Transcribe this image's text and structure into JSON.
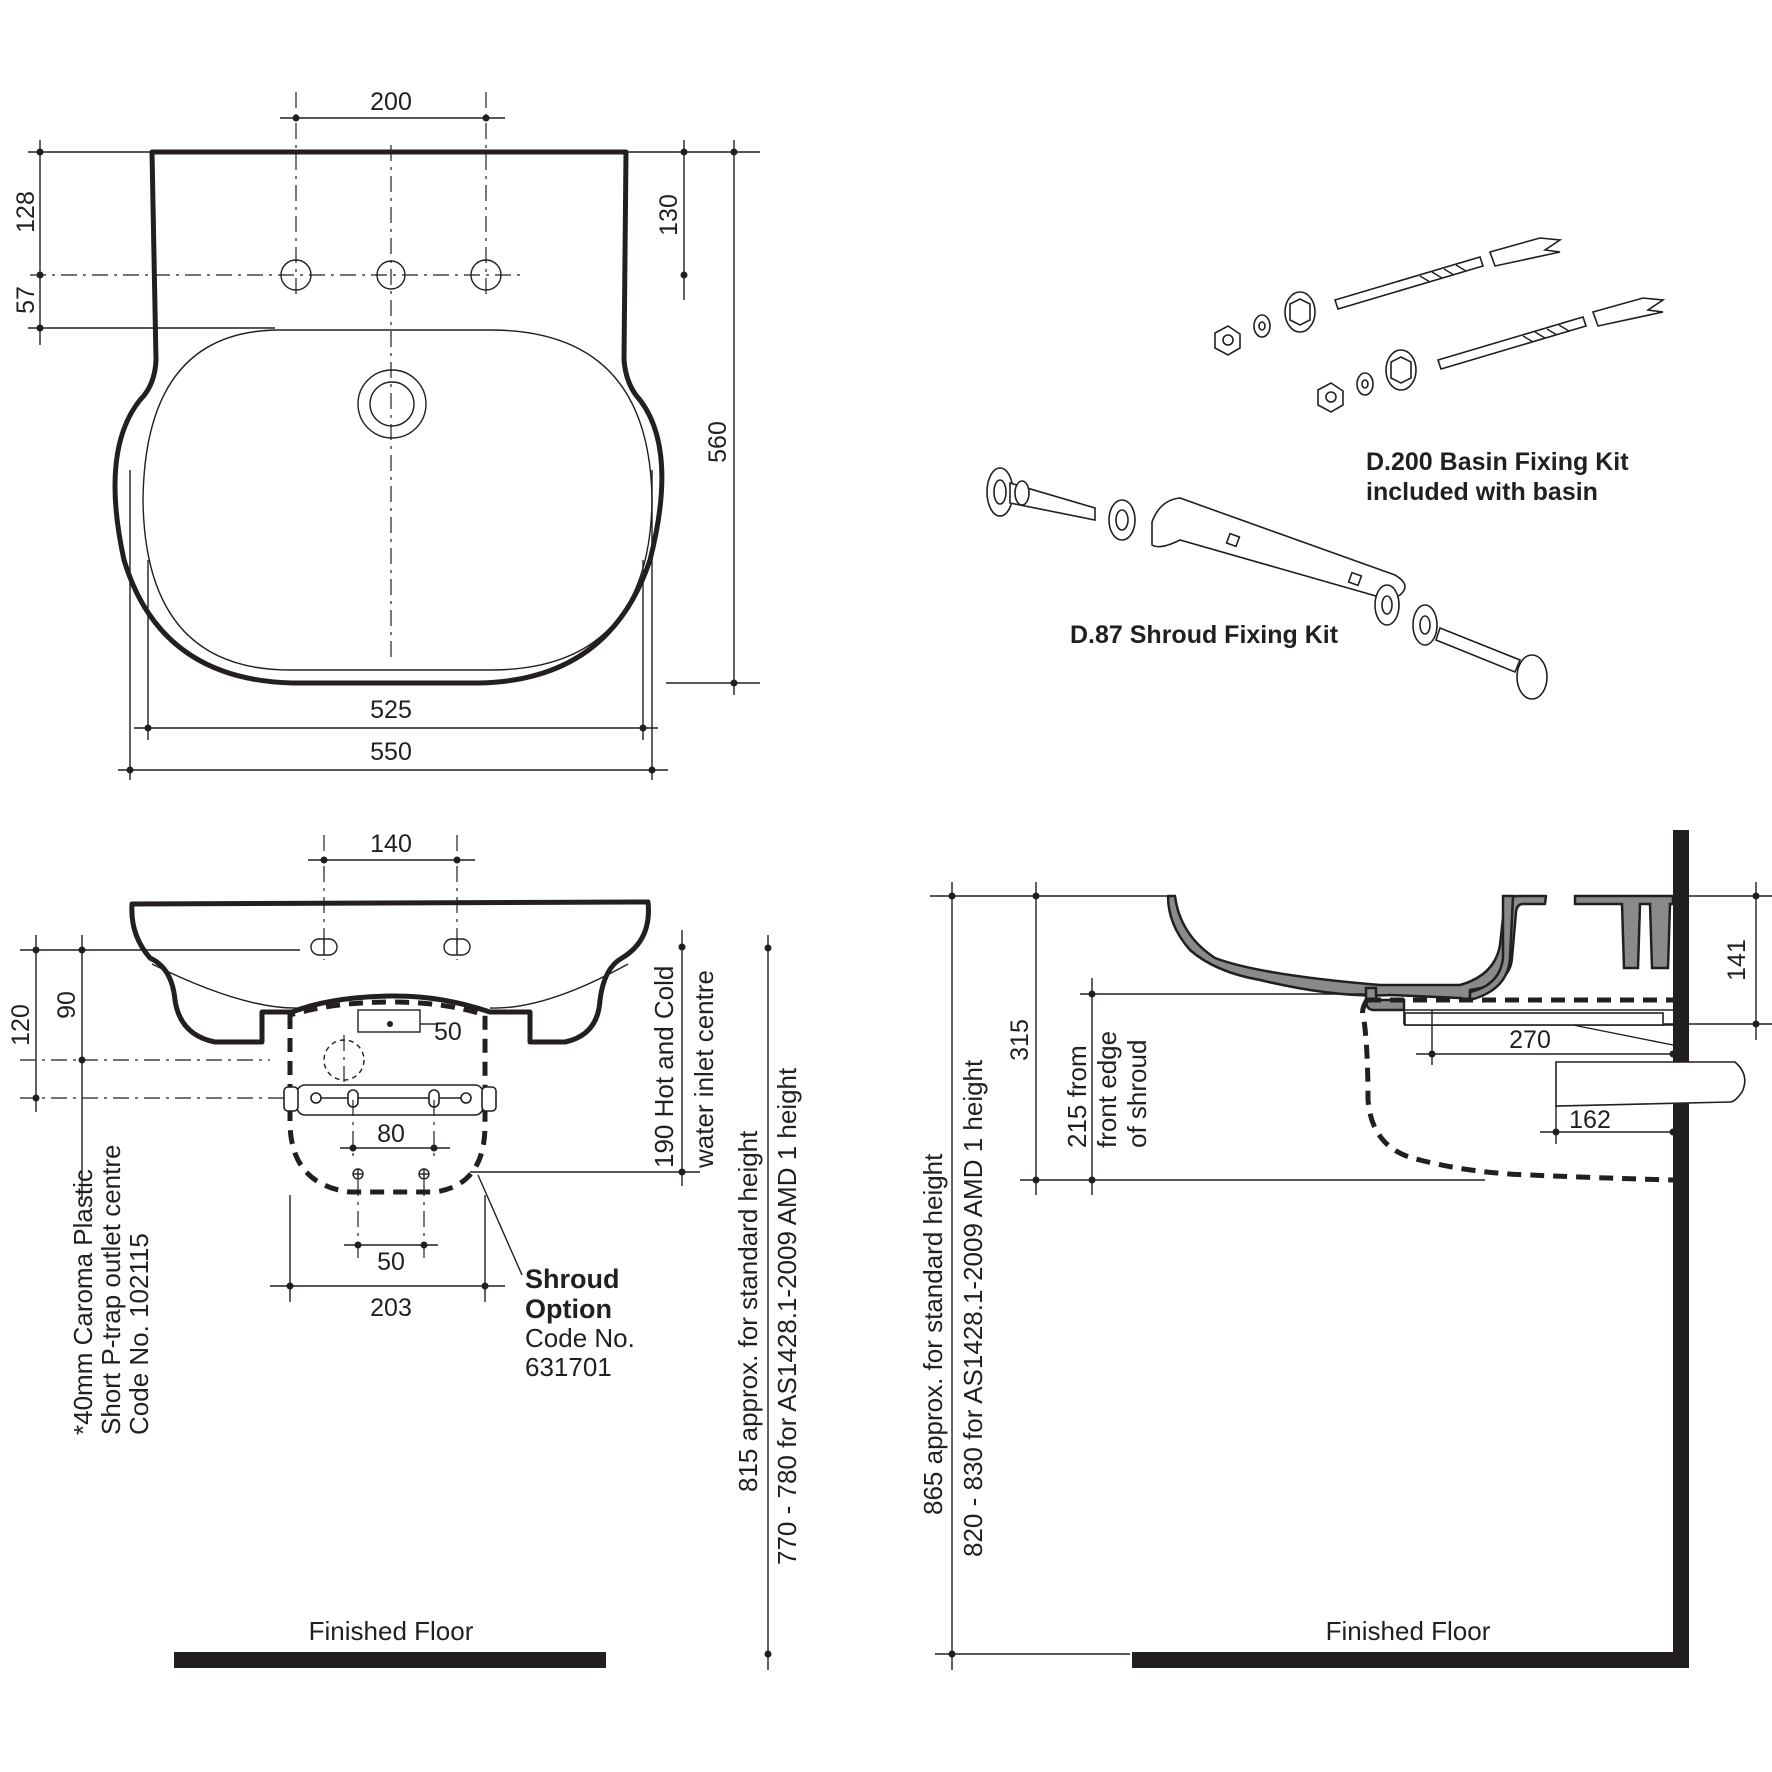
{
  "plan_view": {
    "dims": {
      "tap_spacing": "200",
      "back_to_taps": "128",
      "taps_to_bowl": "57",
      "back_to_taps_right": "130",
      "overall_depth": "560",
      "bowl_width": "525",
      "overall_width": "550"
    }
  },
  "fixing_kits": {
    "basin_kit_line1": "D.200 Basin Fixing Kit",
    "basin_kit_line2": "included with basin",
    "shroud_kit": "D.87 Shroud Fixing Kit"
  },
  "front_view": {
    "dims": {
      "inlet_spacing": "140",
      "outlet_to_top": "120",
      "inlet_to_top": "90",
      "shroud_slot": "50",
      "bracket_spacing": "80",
      "lower_fixing_spacing": "50",
      "shroud_width": "203"
    },
    "ptrap_note_line1": "*40mm Caroma Plastic",
    "ptrap_note_line2": "Short P-trap outlet centre",
    "ptrap_note_line3": "Code No. 102115",
    "inlet_note_line1": "190 Hot and Cold",
    "inlet_note_line2": "water inlet centre",
    "shroud_title_line1": "Shroud",
    "shroud_title_line2": "Option",
    "shroud_code_line1": "Code No.",
    "shroud_code_line2": "631701",
    "height_note_line1": "815 approx. for standard height",
    "height_note_line2": "770 - 780 for AS1428.1-2009 AMD 1 height",
    "floor_label": "Finished Floor"
  },
  "side_view": {
    "dims": {
      "basin_height": "141",
      "shroud_height": "315",
      "projection": "270",
      "bracket_projection": "162"
    },
    "shroud_note_line1": "215 from",
    "shroud_note_line2": "front edge",
    "shroud_note_line3": "of shroud",
    "height_note_line1": "865 approx. for standard height",
    "height_note_line2": "820 - 830 for AS1428.1-2009 AMD 1 height",
    "floor_label": "Finished Floor"
  }
}
